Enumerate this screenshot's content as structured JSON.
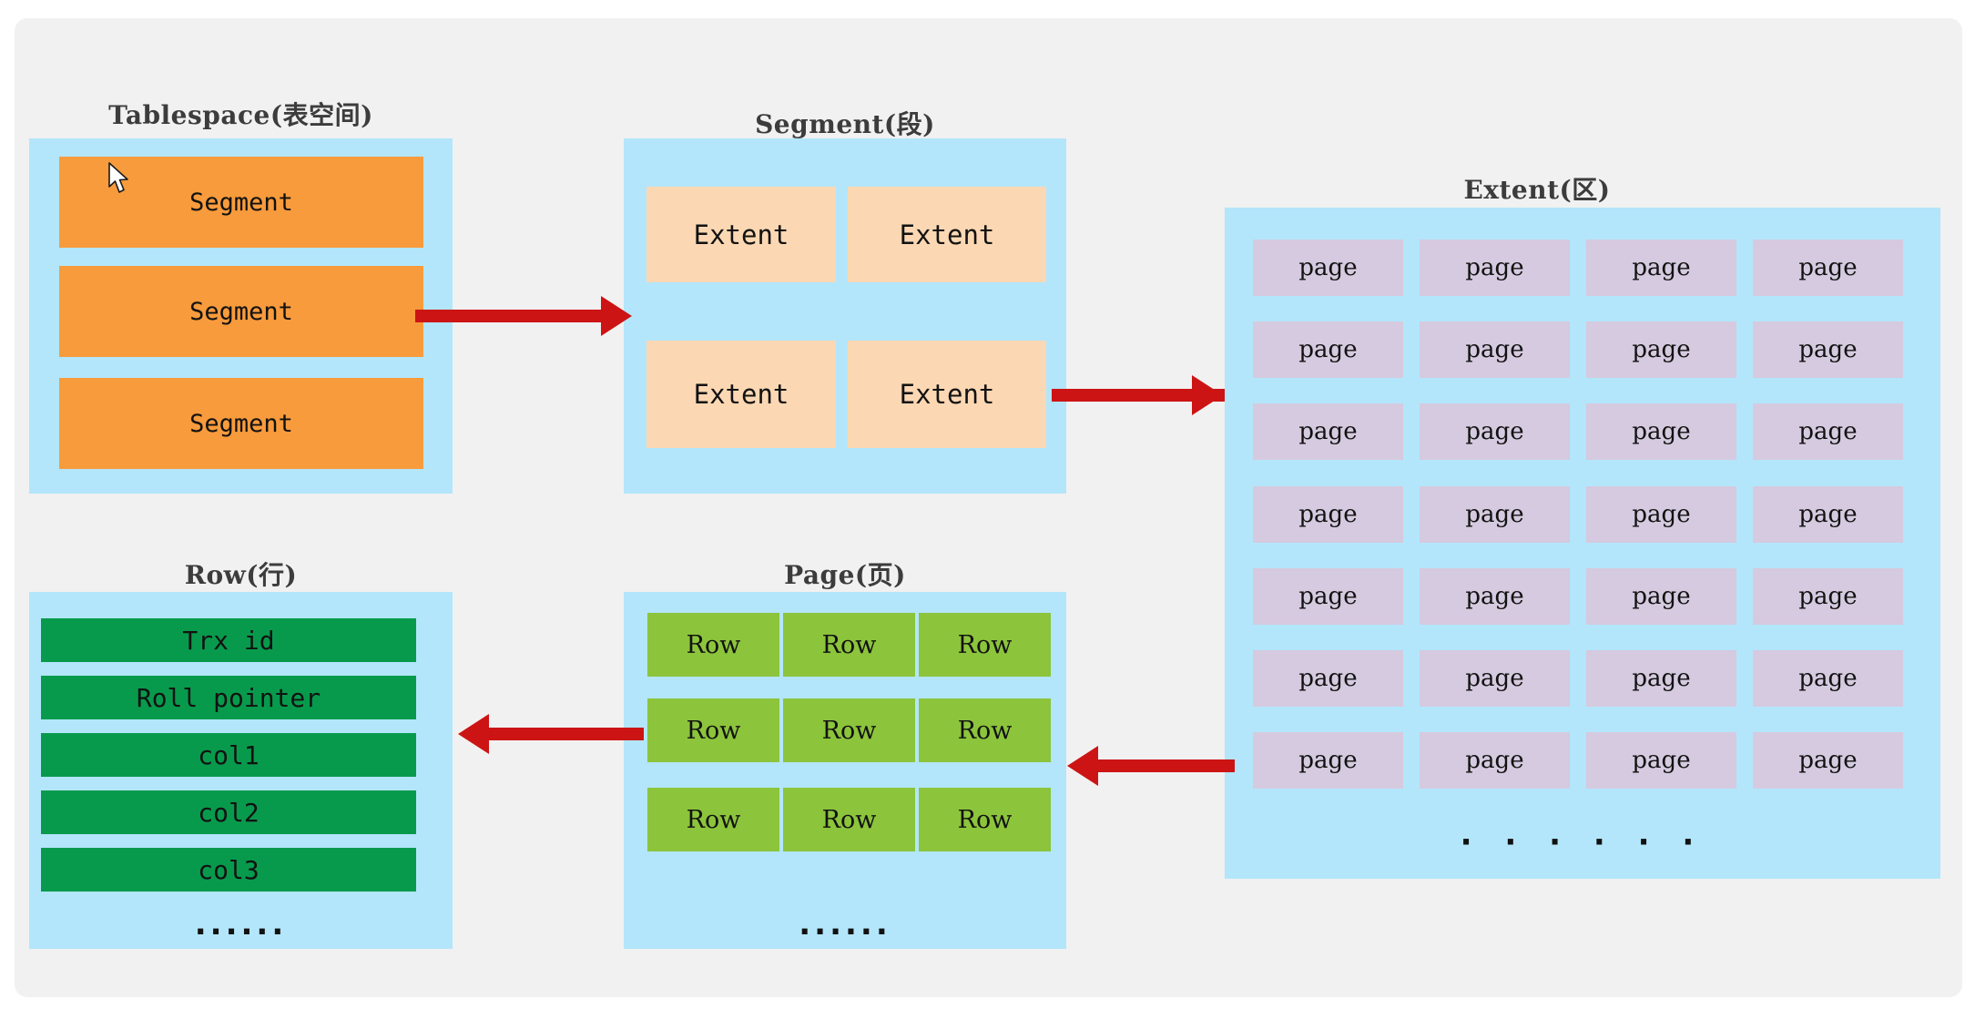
{
  "diagram": {
    "title_font_color": "#3c3c3c",
    "panel_bg": "#f1f1f1",
    "container_bg": "#b3e6fb",
    "arrow_color": "#cc1414",
    "ellipsis_short": "......",
    "ellipsis_wide": "· · · · · ·"
  },
  "groups": {
    "tablespace": {
      "title": "Tablespace(表空间)",
      "item_color": "#f89b3c",
      "items": [
        {
          "label": "Segment"
        },
        {
          "label": "Segment"
        },
        {
          "label": "Segment"
        }
      ]
    },
    "segment": {
      "title": "Segment(段)",
      "item_color": "#fbd8b3",
      "items": [
        {
          "label": "Extent"
        },
        {
          "label": "Extent"
        },
        {
          "label": "Extent"
        },
        {
          "label": "Extent"
        }
      ]
    },
    "extent": {
      "title": "Extent(区)",
      "item_color": "#d5cadf",
      "columns": 4,
      "rows": 7,
      "ellipsis": "· · · · · ·",
      "items": [
        {
          "label": "page"
        },
        {
          "label": "page"
        },
        {
          "label": "page"
        },
        {
          "label": "page"
        },
        {
          "label": "page"
        },
        {
          "label": "page"
        },
        {
          "label": "page"
        },
        {
          "label": "page"
        },
        {
          "label": "page"
        },
        {
          "label": "page"
        },
        {
          "label": "page"
        },
        {
          "label": "page"
        },
        {
          "label": "page"
        },
        {
          "label": "page"
        },
        {
          "label": "page"
        },
        {
          "label": "page"
        },
        {
          "label": "page"
        },
        {
          "label": "page"
        },
        {
          "label": "page"
        },
        {
          "label": "page"
        },
        {
          "label": "page"
        },
        {
          "label": "page"
        },
        {
          "label": "page"
        },
        {
          "label": "page"
        },
        {
          "label": "page"
        },
        {
          "label": "page"
        },
        {
          "label": "page"
        },
        {
          "label": "page"
        }
      ]
    },
    "page": {
      "title": "Page(页)",
      "item_color": "#8cc43c",
      "columns": 3,
      "rows": 3,
      "ellipsis": "......",
      "items": [
        {
          "label": "Row"
        },
        {
          "label": "Row"
        },
        {
          "label": "Row"
        },
        {
          "label": "Row"
        },
        {
          "label": "Row"
        },
        {
          "label": "Row"
        },
        {
          "label": "Row"
        },
        {
          "label": "Row"
        },
        {
          "label": "Row"
        }
      ]
    },
    "row": {
      "title": "Row(行)",
      "item_color": "#089a4c",
      "ellipsis": "......",
      "items": [
        {
          "label": "Trx id"
        },
        {
          "label": "Roll pointer"
        },
        {
          "label": "col1"
        },
        {
          "label": "col2"
        },
        {
          "label": "col3"
        }
      ]
    }
  },
  "arrows": [
    {
      "name": "tablespace-to-segment",
      "direction": "right"
    },
    {
      "name": "segment-to-extent",
      "direction": "right"
    },
    {
      "name": "extent-to-page",
      "direction": "left"
    },
    {
      "name": "page-to-row",
      "direction": "left"
    }
  ]
}
